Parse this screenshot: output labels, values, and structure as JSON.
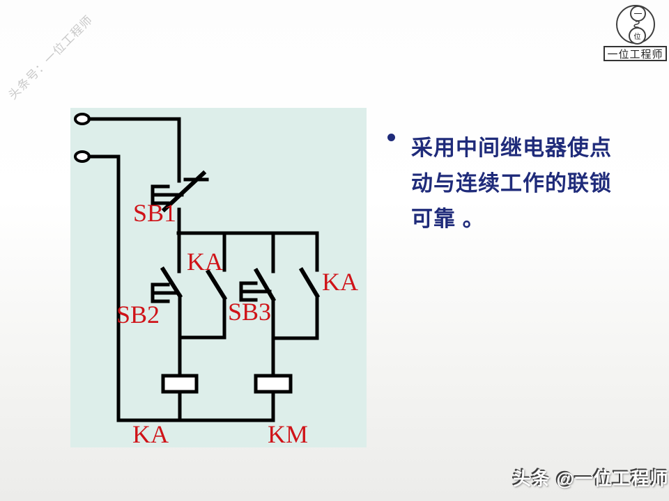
{
  "watermark": {
    "text": "头条号：一位工程师"
  },
  "logo": {
    "top_symbol": "一",
    "bottom_symbol": "位",
    "label": "一位工程师"
  },
  "note": {
    "bullet": "•",
    "lines": [
      "采用中间继电器使点",
      "动与连续工作的联锁",
      "可靠 。"
    ]
  },
  "circuit": {
    "labels": {
      "stop_button": "SB1",
      "run_button": "SB2",
      "jog_button": "SB3",
      "relay_contact_seal": "KA",
      "relay_contact_right": "KA",
      "relay_coil": "KA",
      "contactor_coil": "KM"
    }
  },
  "footer": {
    "text": "头条 @一位工程师"
  },
  "colors": {
    "label_red": "#cf1318",
    "note_navy": "#1f2b7a",
    "panel_bg": "#ddeeea",
    "wire_black": "#000000",
    "watermark_gray": "#c9c9c9"
  }
}
